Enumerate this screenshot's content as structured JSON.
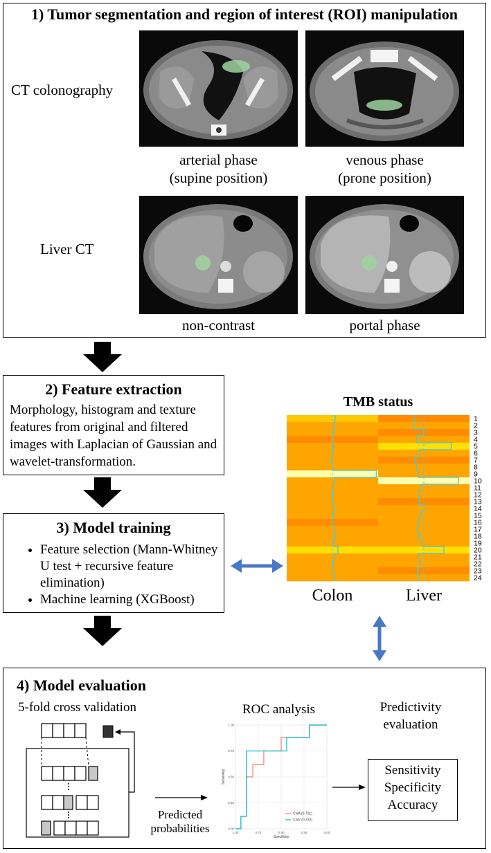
{
  "section1": {
    "title": "1) Tumor segmentation and region of interest (ROI) manipulation",
    "row1_label": "CT colonography",
    "row2_label": "Liver CT",
    "caption_arterial_1": "arterial phase",
    "caption_arterial_2": "(supine position)",
    "caption_venous_1": "venous phase",
    "caption_venous_2": "(prone position)",
    "caption_noncontrast": "non-contrast",
    "caption_portal": "portal phase"
  },
  "section2": {
    "title": "2) Feature extraction",
    "body": "Morphology, histogram and texture features from original and filtered images with Laplacian of Gaussian and wavelet-transformation."
  },
  "section3": {
    "title": "3) Model training",
    "bullets": [
      "Feature selection (Mann-Whitney U test + recursive feature elimination)",
      "Machine learning (XGBoost)"
    ]
  },
  "heatmap": {
    "title": "TMB status",
    "col_labels": [
      "Colon",
      "Liver"
    ],
    "row_labels": [
      "1",
      "2",
      "3",
      "4",
      "5",
      "6",
      "7",
      "8",
      "9",
      "10",
      "11",
      "12",
      "13",
      "14",
      "15",
      "16",
      "17",
      "18",
      "19",
      "20",
      "21",
      "22",
      "23",
      "24"
    ],
    "colors": {
      "Y": "#ffe000",
      "L": "#ffc800",
      "O": "#ffa500",
      "D": "#ff8c00",
      "P": "#ffffb0",
      "line": "#5ac8c8"
    },
    "colon": [
      "L",
      "O",
      "O",
      "D",
      "O",
      "O",
      "O",
      "O",
      "P",
      "O",
      "O",
      "O",
      "O",
      "O",
      "O",
      "D",
      "O",
      "O",
      "O",
      "Y",
      "O",
      "O",
      "O",
      "O"
    ],
    "liver": [
      "D",
      "O",
      "D",
      "O",
      "Y",
      "O",
      "D",
      "O",
      "O",
      "P",
      "O",
      "O",
      "D",
      "O",
      "O",
      "O",
      "O",
      "O",
      "O",
      "Y",
      "O",
      "O",
      "D",
      "O"
    ],
    "colon_line": [
      0.53,
      0.52,
      0.51,
      0.5,
      0.51,
      0.5,
      0.49,
      0.5,
      0.98,
      0.52,
      0.5,
      0.51,
      0.5,
      0.52,
      0.51,
      0.5,
      0.52,
      0.53,
      0.51,
      0.56,
      0.52,
      0.51,
      0.5,
      0.52
    ],
    "liver_line": [
      0.4,
      0.39,
      0.5,
      0.42,
      0.8,
      0.45,
      0.4,
      0.42,
      0.44,
      0.88,
      0.46,
      0.44,
      0.45,
      0.5,
      0.46,
      0.44,
      0.43,
      0.45,
      0.48,
      0.72,
      0.44,
      0.46,
      0.43,
      0.45
    ]
  },
  "section4": {
    "title": "4) Model evaluation",
    "cv_label": "5-fold cross validation",
    "roc_label": "ROC analysis",
    "pred_label_1": "Predictivity",
    "pred_label_2": "evaluation",
    "arrow_label_1": "Predicted",
    "arrow_label_2": "probabilities",
    "metrics": [
      "Sensitivity",
      "Specificity",
      "Accuracy"
    ]
  },
  "chart_data": {
    "type": "line",
    "title": "",
    "xlabel": "Specificity",
    "ylabel": "Sensitivity",
    "xlim": [
      1.0,
      0.0
    ],
    "ylim": [
      0.0,
      1.0
    ],
    "x_ticks": [
      "1.00",
      "0.75",
      "0.50",
      "0.25",
      "0.00"
    ],
    "y_ticks": [
      "0.00",
      "0.25",
      "0.50",
      "0.75",
      "1.00"
    ],
    "legend_position": "bottom-right",
    "series": [
      {
        "name": "ColA (0.701)",
        "color": "#f8766d",
        "x": [
          1.0,
          0.94,
          0.94,
          0.88,
          0.88,
          0.81,
          0.81,
          0.69,
          0.69,
          0.5,
          0.5,
          0.44,
          0.44,
          0.19,
          0.19,
          0.0
        ],
        "y": [
          0.0,
          0.0,
          0.12,
          0.12,
          0.5,
          0.5,
          0.62,
          0.62,
          0.75,
          0.75,
          0.88,
          0.88,
          0.88,
          0.88,
          1.0,
          1.0
        ]
      },
      {
        "name": "ColV (0.732)",
        "color": "#00bfc4",
        "x": [
          1.0,
          0.94,
          0.94,
          0.88,
          0.88,
          0.5,
          0.5,
          0.44,
          0.44,
          0.19,
          0.19,
          0.0
        ],
        "y": [
          0.0,
          0.0,
          0.12,
          0.12,
          0.75,
          0.75,
          0.75,
          0.75,
          0.88,
          0.88,
          1.0,
          1.0
        ]
      }
    ]
  }
}
